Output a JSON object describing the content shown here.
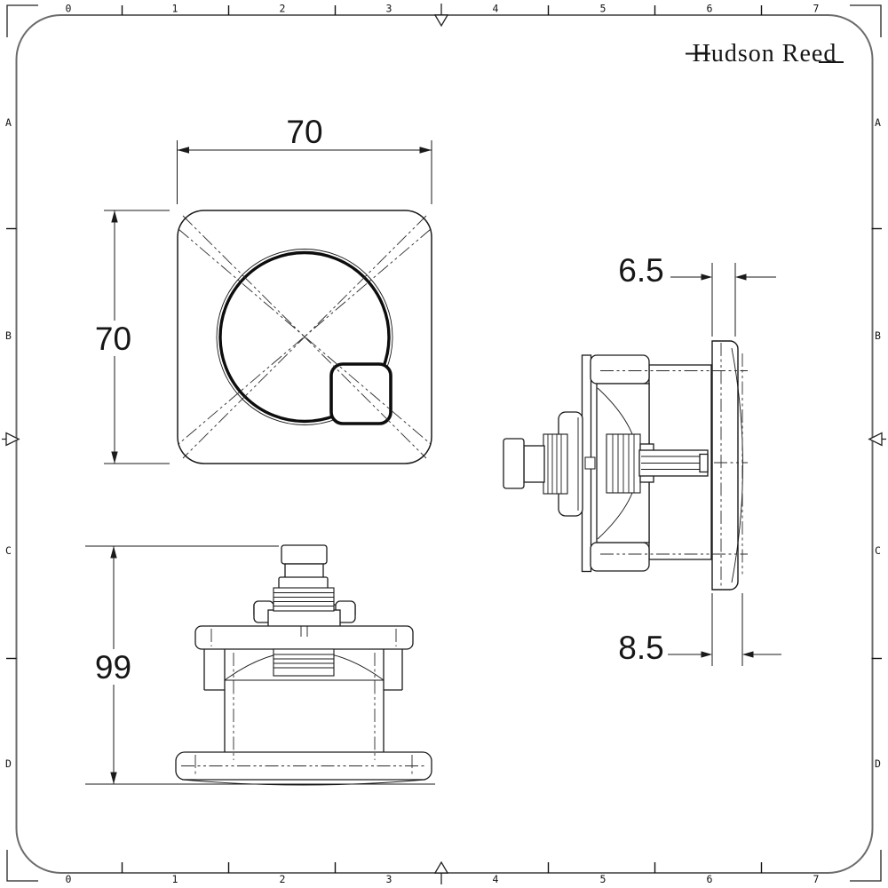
{
  "brand": {
    "name": "Hudson Reed"
  },
  "dimensions": {
    "front_width": "70",
    "front_height": "70",
    "elevation_height": "99",
    "plate_thickness": "6.5",
    "plate_depth": "8.5"
  },
  "ruler": {
    "top": [
      "0",
      "1",
      "2",
      "3",
      "4",
      "5",
      "6",
      "7"
    ],
    "bottom": [
      "0",
      "1",
      "2",
      "3",
      "4",
      "5",
      "6",
      "7"
    ],
    "left": [
      "A",
      "B",
      "C",
      "D"
    ],
    "right": [
      "A",
      "B",
      "C",
      "D"
    ]
  }
}
